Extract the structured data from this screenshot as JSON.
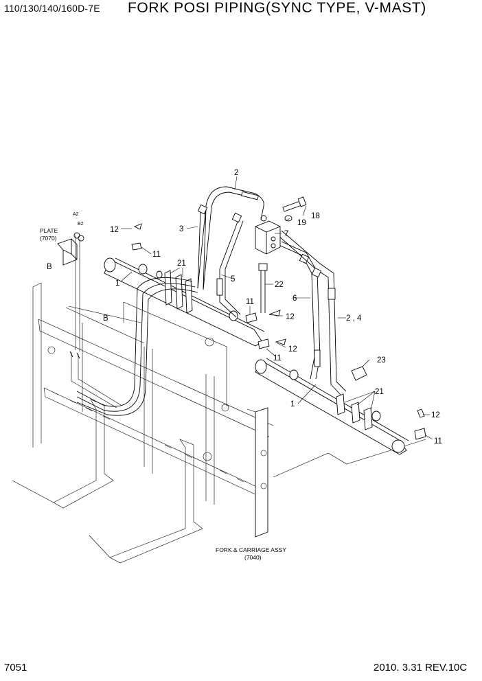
{
  "header": {
    "model": "110/130/140/160D-7E",
    "title": "FORK POSI PIPING(SYNC TYPE, V-MAST)"
  },
  "footer": {
    "page_number": "7051",
    "date_revision": "2010. 3.31  REV.10C"
  },
  "references": {
    "plate_label": "PLATE",
    "plate_code": "(7070)",
    "fork_label": "FORK & CARRIAGE ASSY",
    "fork_code": "(7040)",
    "port_a2": "A2",
    "port_b2": "B2",
    "view_b_1": "B",
    "view_b_2": "B"
  },
  "callouts": {
    "c2": "2",
    "c3": "3",
    "c18": "18",
    "c19": "19",
    "c7": "7",
    "c12a": "12",
    "c11a": "11",
    "c21a": "21",
    "c1a": "1",
    "c5": "5",
    "c22": "22",
    "c6": "6",
    "c11b": "11",
    "c12b": "12",
    "c24": "2 , 4",
    "c12c": "12",
    "c11c": "11",
    "c23": "23",
    "c21b": "21",
    "c1b": "1",
    "c12d": "12",
    "c11d": "11"
  }
}
